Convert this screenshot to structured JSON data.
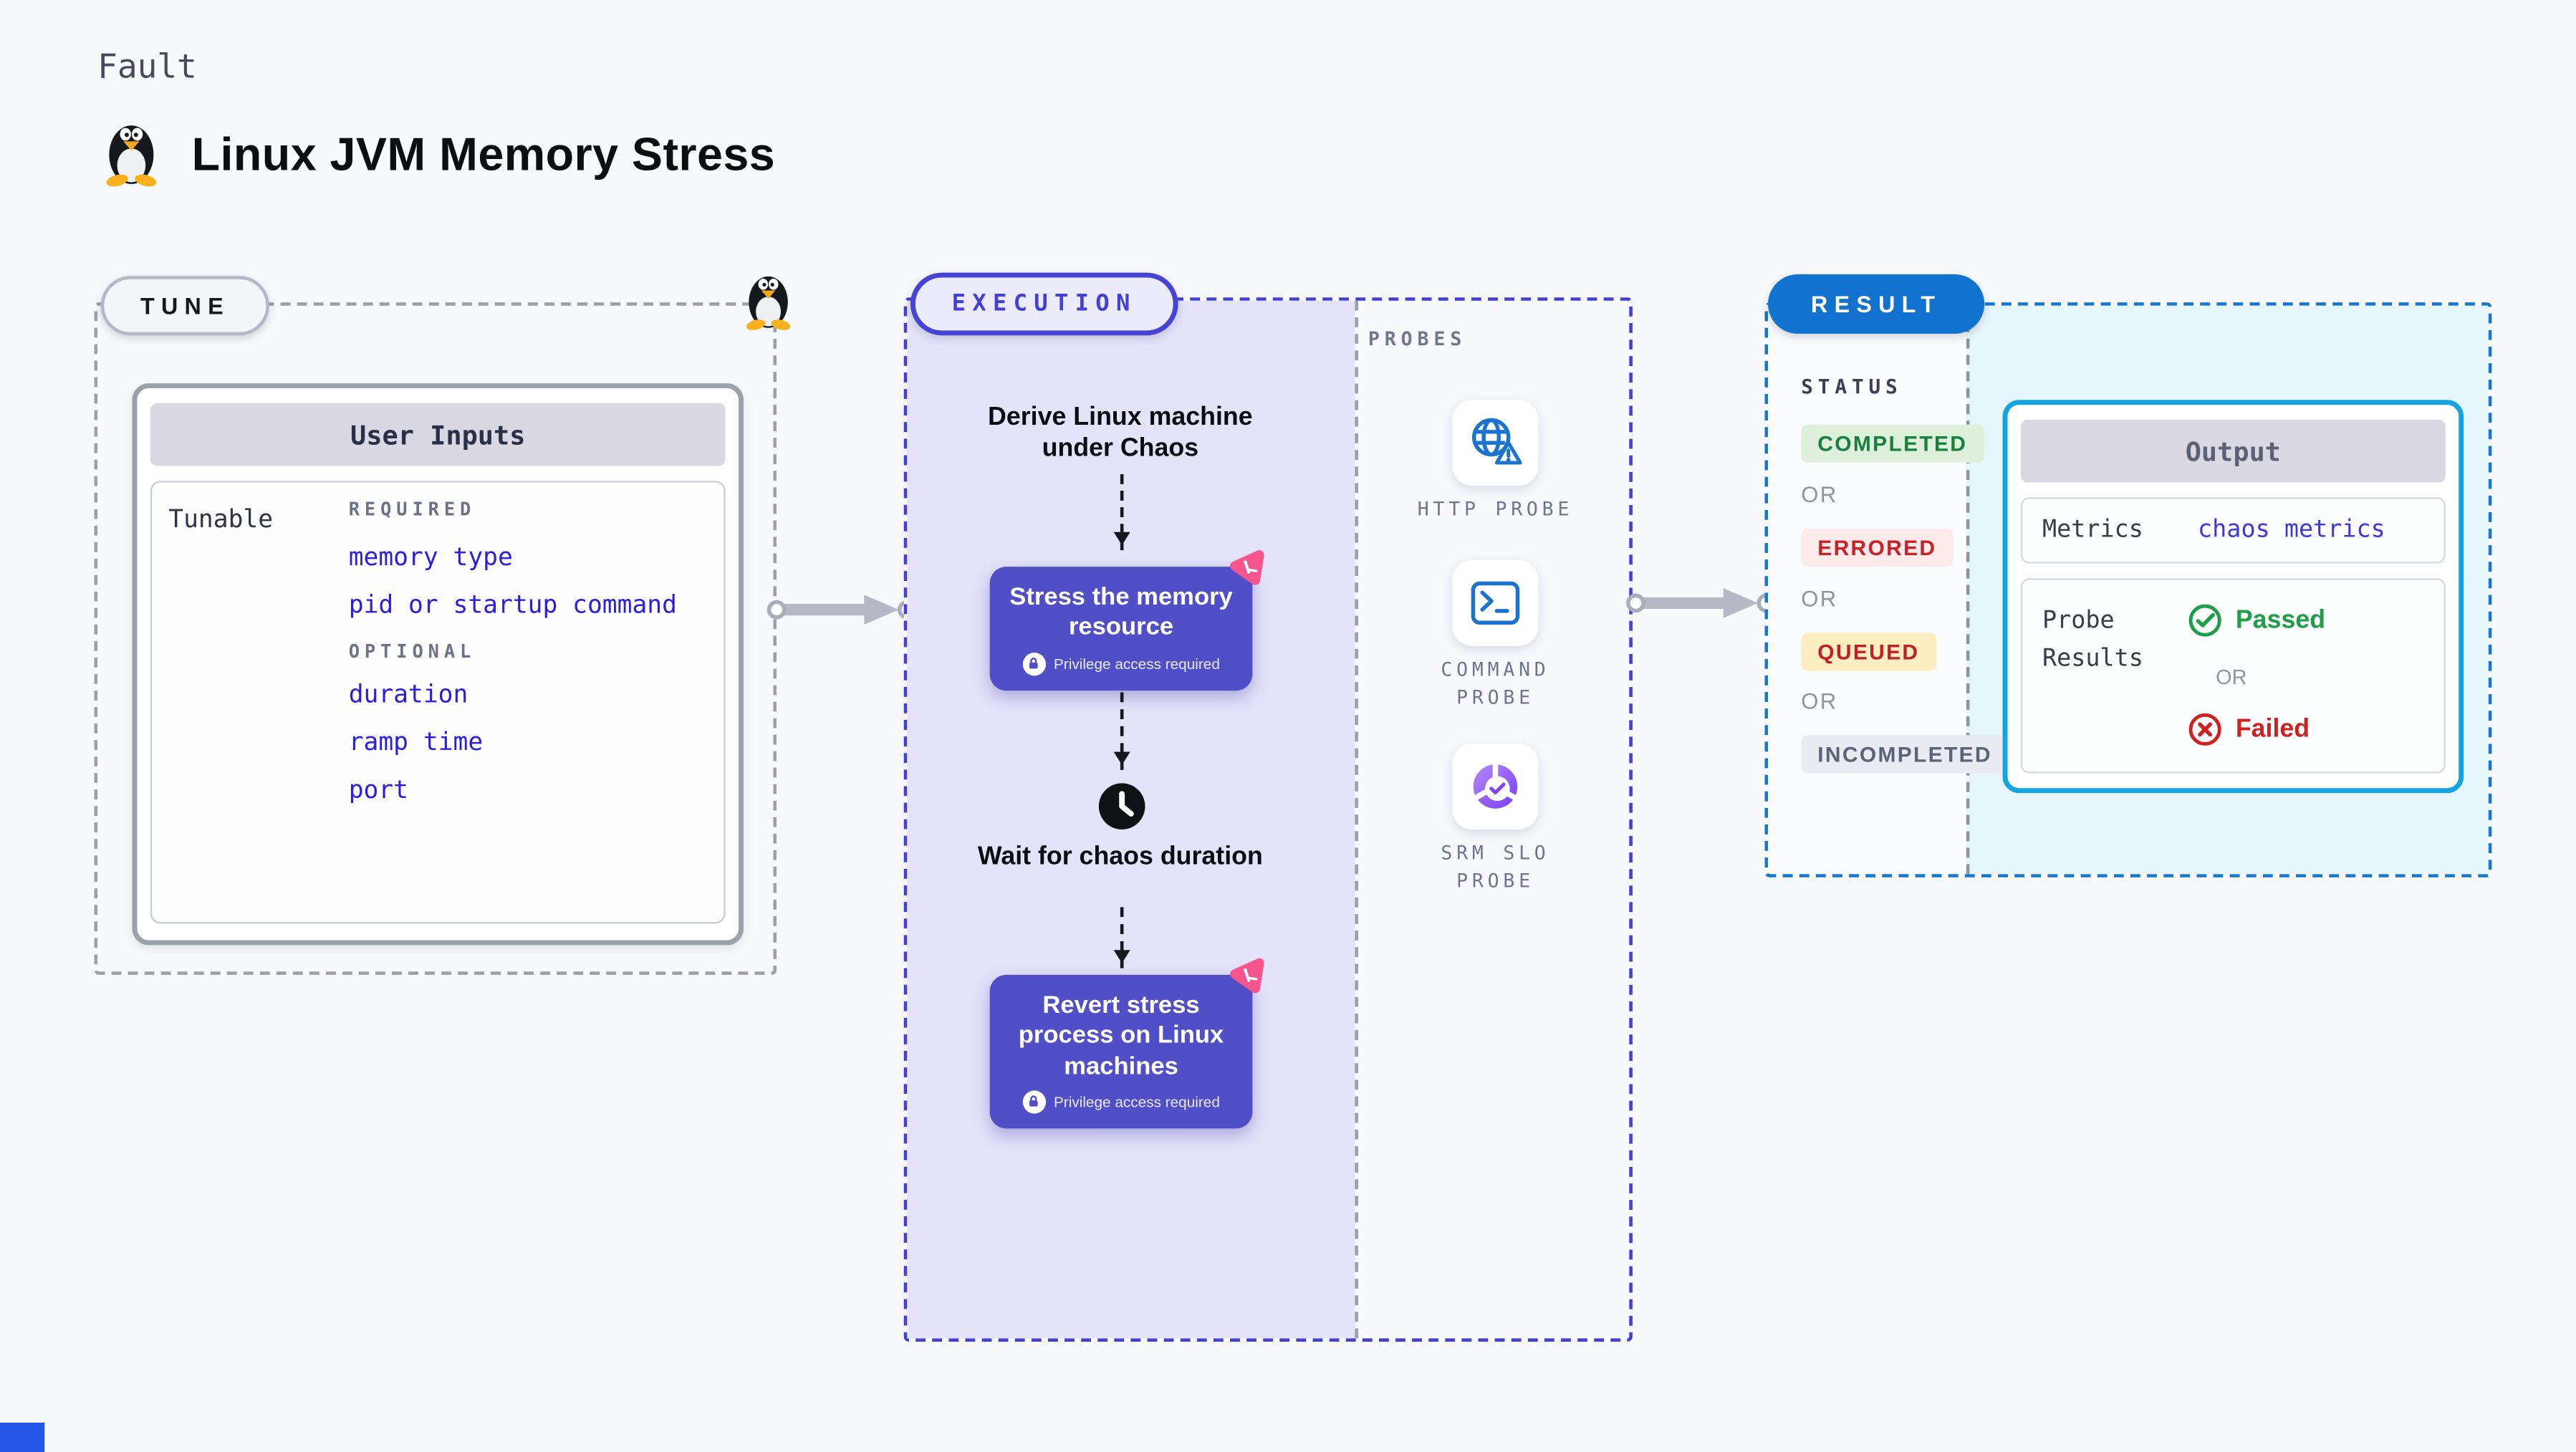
{
  "page": {
    "fault_label": "Fault",
    "title": "Linux JVM Memory Stress"
  },
  "colors": {
    "node_purple": "#514fc8",
    "execution_accent": "#4340d9",
    "execution_bg": "#e4e3fa",
    "result_accent": "#1478d2",
    "output_border": "#13a4e2",
    "link_blue": "#2a1fe0",
    "passed_green": "#1e9e46",
    "failed_red": "#d0211f",
    "badge_pink": "#f7558d"
  },
  "tune": {
    "badge": "TUNE",
    "card_title": "User Inputs",
    "row_label": "Tunable",
    "required_label": "REQUIRED",
    "optional_label": "OPTIONAL",
    "required_params": [
      "memory type",
      "pid or startup command"
    ],
    "optional_params": [
      "duration",
      "ramp time",
      "port"
    ]
  },
  "execution": {
    "badge": "EXECUTION",
    "steps": {
      "derive": "Derive Linux machine under Chaos",
      "stress": "Stress the memory resource",
      "wait": "Wait for chaos duration",
      "revert": "Revert stress process on Linux machines"
    },
    "privilege_note": "Privilege access required"
  },
  "probes": {
    "label": "PROBES",
    "items": [
      {
        "name": "HTTP PROBE"
      },
      {
        "name": "COMMAND PROBE"
      },
      {
        "name": "SRM SLO PROBE"
      }
    ]
  },
  "result": {
    "badge": "RESULT",
    "status_label": "STATUS",
    "or_label": "OR",
    "statuses": [
      {
        "label": "COMPLETED",
        "fg": "#18803c",
        "bg": "#def0dc"
      },
      {
        "label": "ERRORED",
        "fg": "#cb2026",
        "bg": "#fcebea"
      },
      {
        "label": "QUEUED",
        "fg": "#c21e25",
        "bg": "#fdeec1"
      },
      {
        "label": "INCOMPLETED",
        "fg": "#5b6477",
        "bg": "#e9ebf2"
      }
    ],
    "output": {
      "title": "Output",
      "metrics_label": "Metrics",
      "metrics_value": "chaos metrics",
      "probe_results_label": "Probe Results",
      "passed": "Passed",
      "or_label": "OR",
      "failed": "Failed"
    }
  }
}
